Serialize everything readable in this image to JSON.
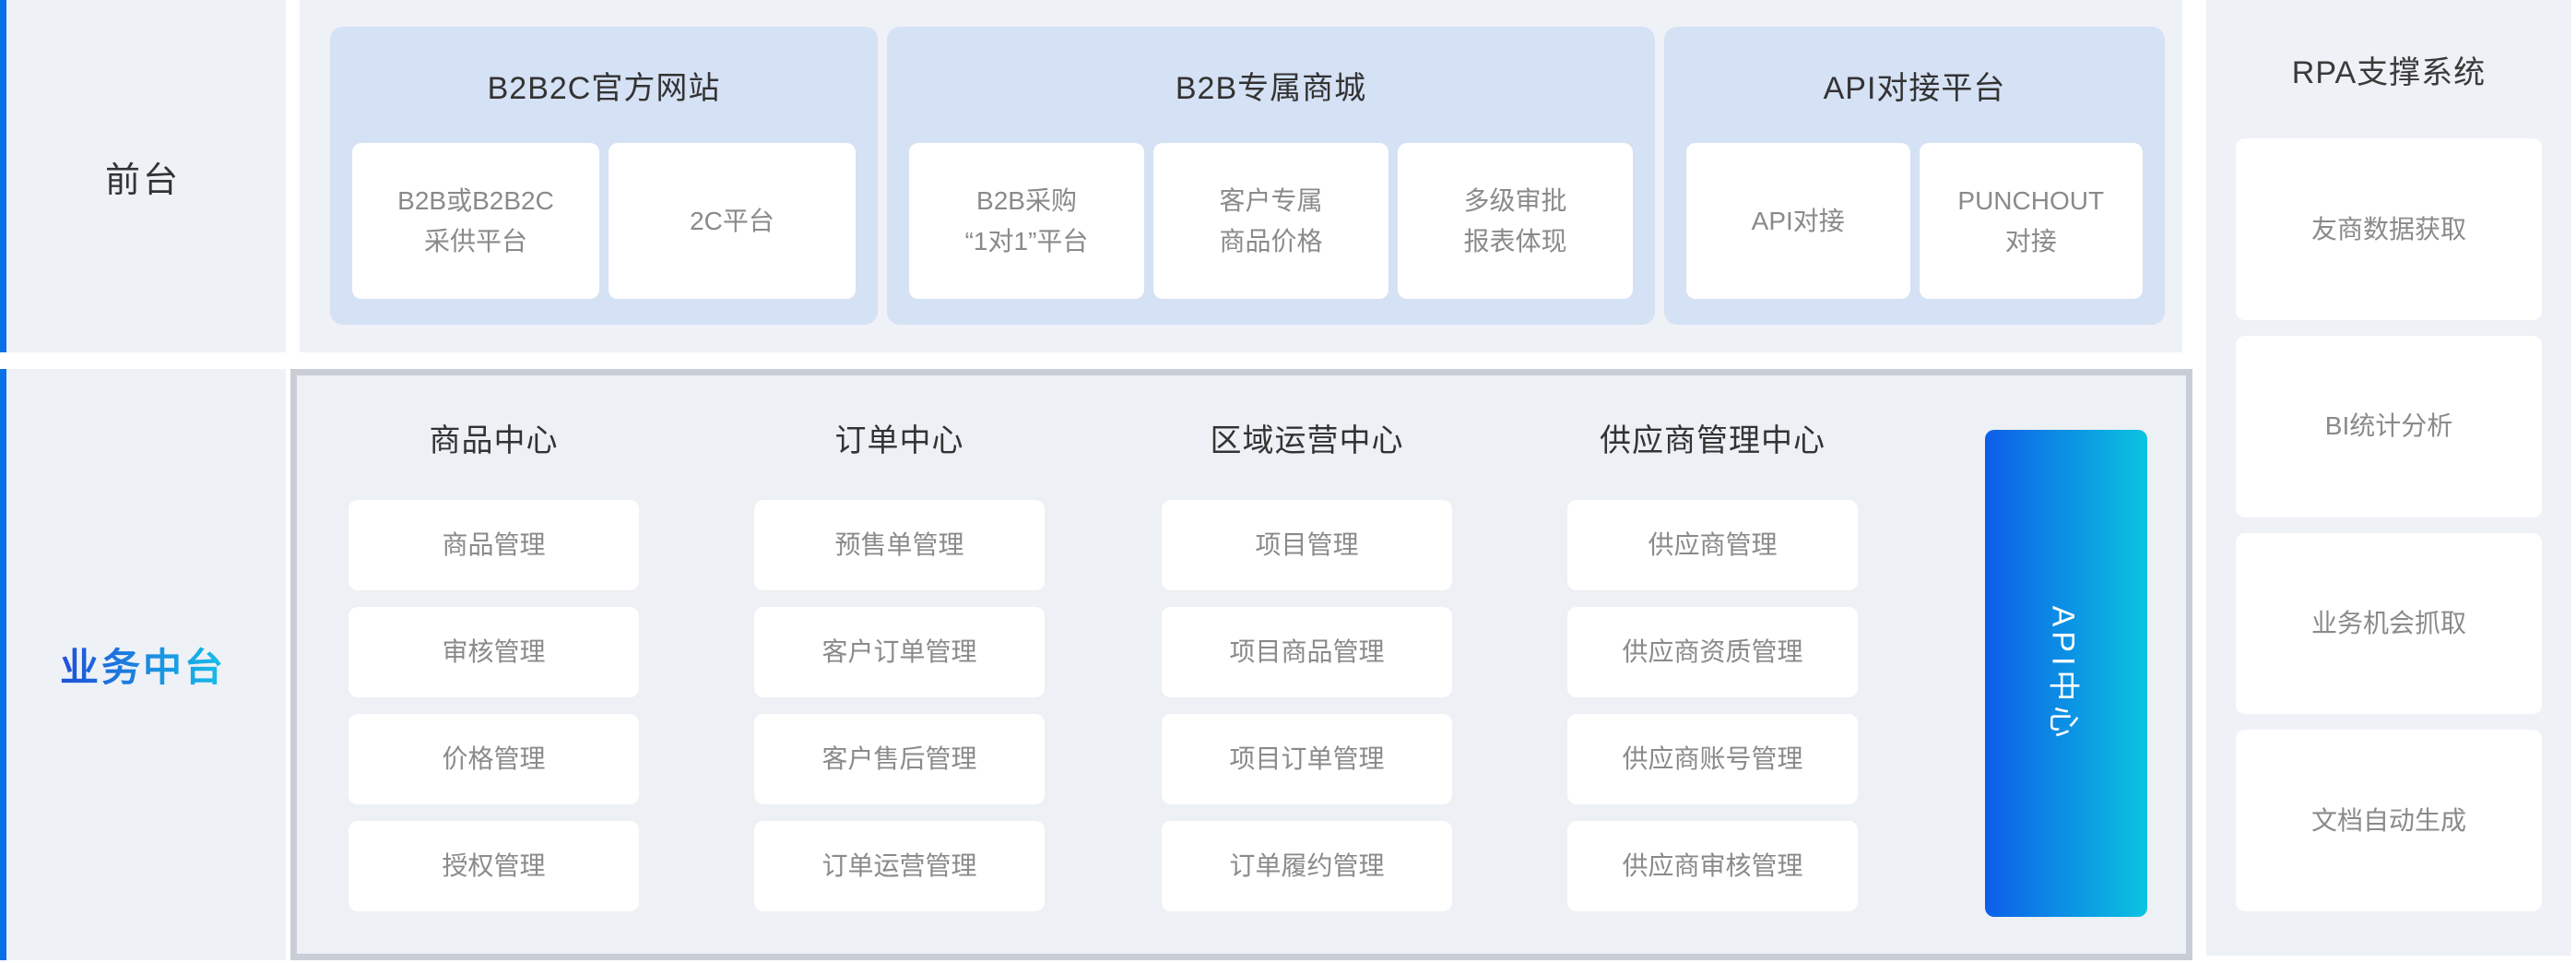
{
  "front_stage": {
    "label": "前台",
    "groups": [
      {
        "title": "B2B2C官方网站",
        "cards": [
          "B2B或B2B2C\n采供平台",
          "2C平台"
        ]
      },
      {
        "title": "B2B专属商城",
        "cards": [
          "B2B采购\n“1对1”平台",
          "客户专属\n商品价格",
          "多级审批\n报表体现"
        ]
      },
      {
        "title": "API对接平台",
        "cards": [
          "API对接",
          "PUNCHOUT\n对接"
        ]
      }
    ]
  },
  "middle_stage": {
    "label": "业务中台",
    "columns": [
      {
        "title": "商品中心",
        "cards": [
          "商品管理",
          "审核管理",
          "价格管理",
          "授权管理"
        ]
      },
      {
        "title": "订单中心",
        "cards": [
          "预售单管理",
          "客户订单管理",
          "客户售后管理",
          "订单运营管理"
        ]
      },
      {
        "title": "区域运营中心",
        "cards": [
          "项目管理",
          "项目商品管理",
          "项目订单管理",
          "订单履约管理"
        ]
      },
      {
        "title": "供应商管理中心",
        "cards": [
          "供应商管理",
          "供应商资质管理",
          "供应商账号管理",
          "供应商审核管理"
        ]
      }
    ],
    "api_center": "API中心"
  },
  "rpa": {
    "title": "RPA支撑系统",
    "cards": [
      "友商数据获取",
      "BI统计分析",
      "业务机会抓取",
      "文档自动生成"
    ]
  },
  "colors": {
    "accent_blue": "#0a70e8",
    "label_gradient_from": "#1e4fd8",
    "label_gradient_to": "#17c0e8",
    "api_gradient_from": "#0d5ee8",
    "api_gradient_to": "#0bc4e0",
    "group_box_bg": "#d5e1f4",
    "panel_bg": "#eef1f6",
    "container_border": "#c9ced6",
    "title_text": "#333333",
    "card_text": "#8a8a8a"
  }
}
